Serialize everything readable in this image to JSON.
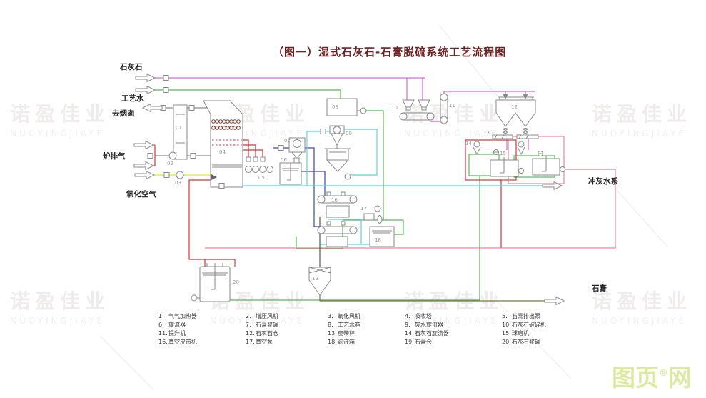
{
  "title": "（图一）湿式石灰石-石膏脱硫系统工艺流程图",
  "flow_labels": {
    "limestone": "石灰石",
    "process_water": "工艺水",
    "to_chimney": "去烟囱",
    "furnace_gas": "炉排气",
    "oxidation_air": "氧化空气",
    "ash_water": "冲灰水系",
    "gypsum": "石膏"
  },
  "tags": [
    "01",
    "02",
    "03",
    "04",
    "05",
    "06",
    "07",
    "08",
    "09",
    "10",
    "11",
    "12",
    "13",
    "14",
    "15",
    "16",
    "17",
    "18",
    "19",
    "20"
  ],
  "legend": {
    "items": [
      {
        "num": "1.",
        "name": "气气加热器"
      },
      {
        "num": "2.",
        "name": "增压风机"
      },
      {
        "num": "3.",
        "name": "氧化风机"
      },
      {
        "num": "4.",
        "name": "吸收塔"
      },
      {
        "num": "5.",
        "name": "石膏排出泵"
      },
      {
        "num": "6.",
        "name": "旋流器"
      },
      {
        "num": "7.",
        "name": "石膏浆罐"
      },
      {
        "num": "8.",
        "name": "工艺水箱"
      },
      {
        "num": "9.",
        "name": "废水旋流器"
      },
      {
        "num": "10.",
        "name": "石灰石破碎机"
      },
      {
        "num": "11.",
        "name": "提升机"
      },
      {
        "num": "12.",
        "name": "石灰石仓"
      },
      {
        "num": "13.",
        "name": "皮带秤"
      },
      {
        "num": "14.",
        "name": "石灰石旋流器"
      },
      {
        "num": "15.",
        "name": "球磨机"
      },
      {
        "num": "16.",
        "name": "真空皮带机"
      },
      {
        "num": "17.",
        "name": "真空泵"
      },
      {
        "num": "18.",
        "name": "滤液箱"
      },
      {
        "num": "19.",
        "name": "石膏仓"
      },
      {
        "num": "20.",
        "name": "石灰石浆罐"
      }
    ]
  },
  "watermark": {
    "cn": "诺盈佳业",
    "en": "NUOYINGJIAYE"
  },
  "logo": {
    "part1": "图页",
    "reg": "®",
    "part2": "网"
  },
  "colors": {
    "title": "#6b2323",
    "magenta_line": "#cf6ccf",
    "green_line": "#55bb55",
    "cyan_line": "#55d8d8",
    "blue_line": "#4444bb",
    "red_line": "#dd3333",
    "pink_line": "#f08098",
    "yellow_line": "#e2e23a",
    "olive_line": "#7b7b3b",
    "equipment": "#8a8a8a",
    "logo": "#dde9a3"
  }
}
